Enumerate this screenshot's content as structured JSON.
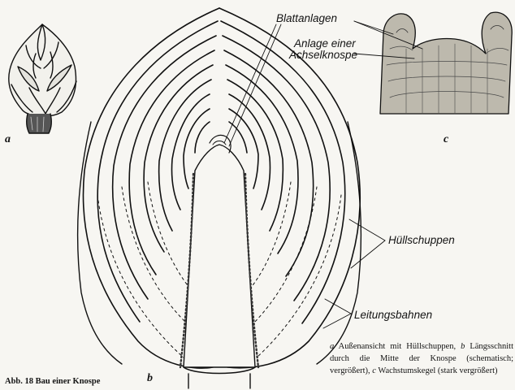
{
  "labels": {
    "blattanlagen": "Blattanlagen",
    "anlage_line1": "Anlage einer",
    "anlage_line2": "Achselknospe",
    "huellschuppen": "Hüllschuppen",
    "leitungsbahnen": "Leitungsbahnen"
  },
  "panels": {
    "a": "a",
    "b": "b",
    "c": "c"
  },
  "caption": "Abb. 18  Bau einer Knospe",
  "legend": [
    {
      "key": "a",
      "text": " Außenansicht mit Hüllschuppen, "
    },
    {
      "key": "b",
      "text": " Längsschnitt durch die Mitte der Knospe (schematisch; vergrößert), "
    },
    {
      "key": "c",
      "text": " Wachstumskegel (stark vergrößert)"
    }
  ]
}
